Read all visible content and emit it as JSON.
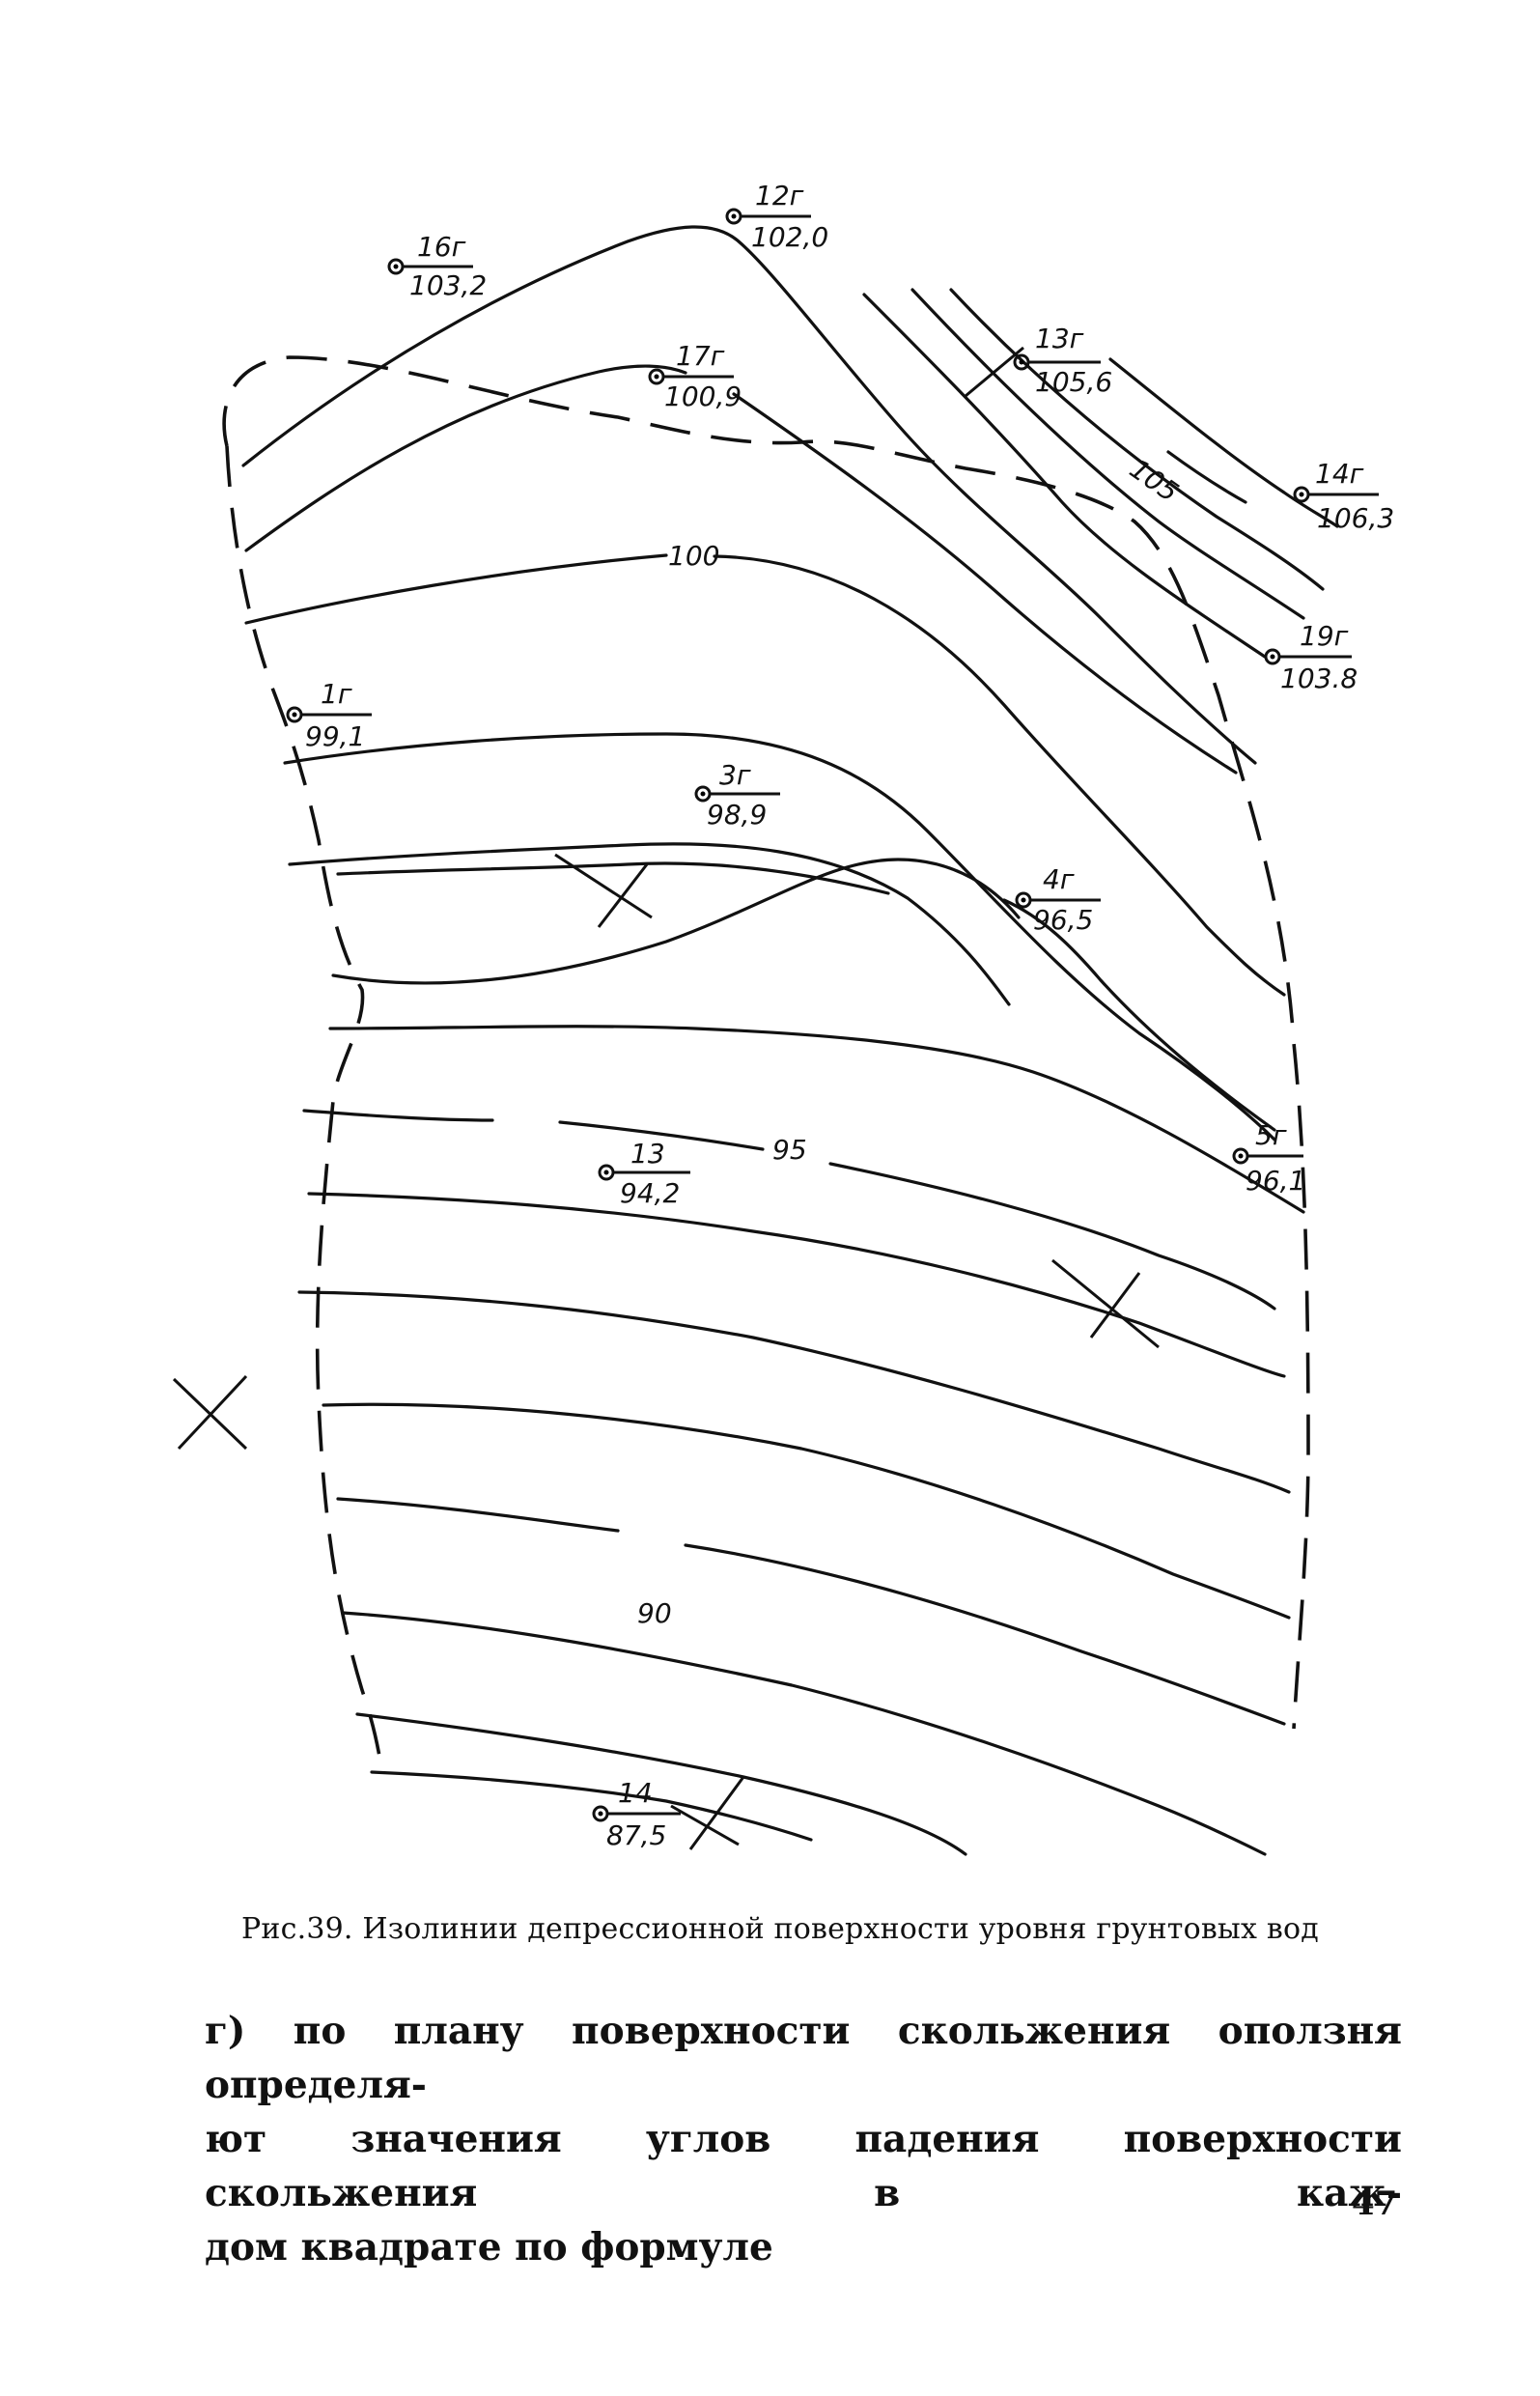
{
  "figure": {
    "wells": [
      {
        "id": "16г",
        "level": "103,2"
      },
      {
        "id": "12г",
        "level": "102,0"
      },
      {
        "id": "17г",
        "level": "100,9"
      },
      {
        "id": "13г",
        "level": "105,6"
      },
      {
        "id": "14г",
        "level": "106,3"
      },
      {
        "id": "19г",
        "level": "103.8"
      },
      {
        "id": "1г",
        "level": "99,1"
      },
      {
        "id": "3г",
        "level": "98,9"
      },
      {
        "id": "4г",
        "level": "96,5"
      },
      {
        "id": "5г",
        "level": "96,1"
      },
      {
        "id": "13",
        "level": "94,2"
      },
      {
        "id": "14",
        "level": "87,5"
      }
    ],
    "contour_labels": [
      "105",
      "100",
      "95",
      "90"
    ]
  },
  "caption": "Рис.39. Изолинии депрессионной поверхности уровня грунтовых вод",
  "paragraph": {
    "lines": [
      "г) по плану поверхности скольжения оползня определя-",
      "ют значения углов падения поверхности скольжения в каж-",
      "дом квадрате по формуле"
    ]
  },
  "page_number": "47"
}
